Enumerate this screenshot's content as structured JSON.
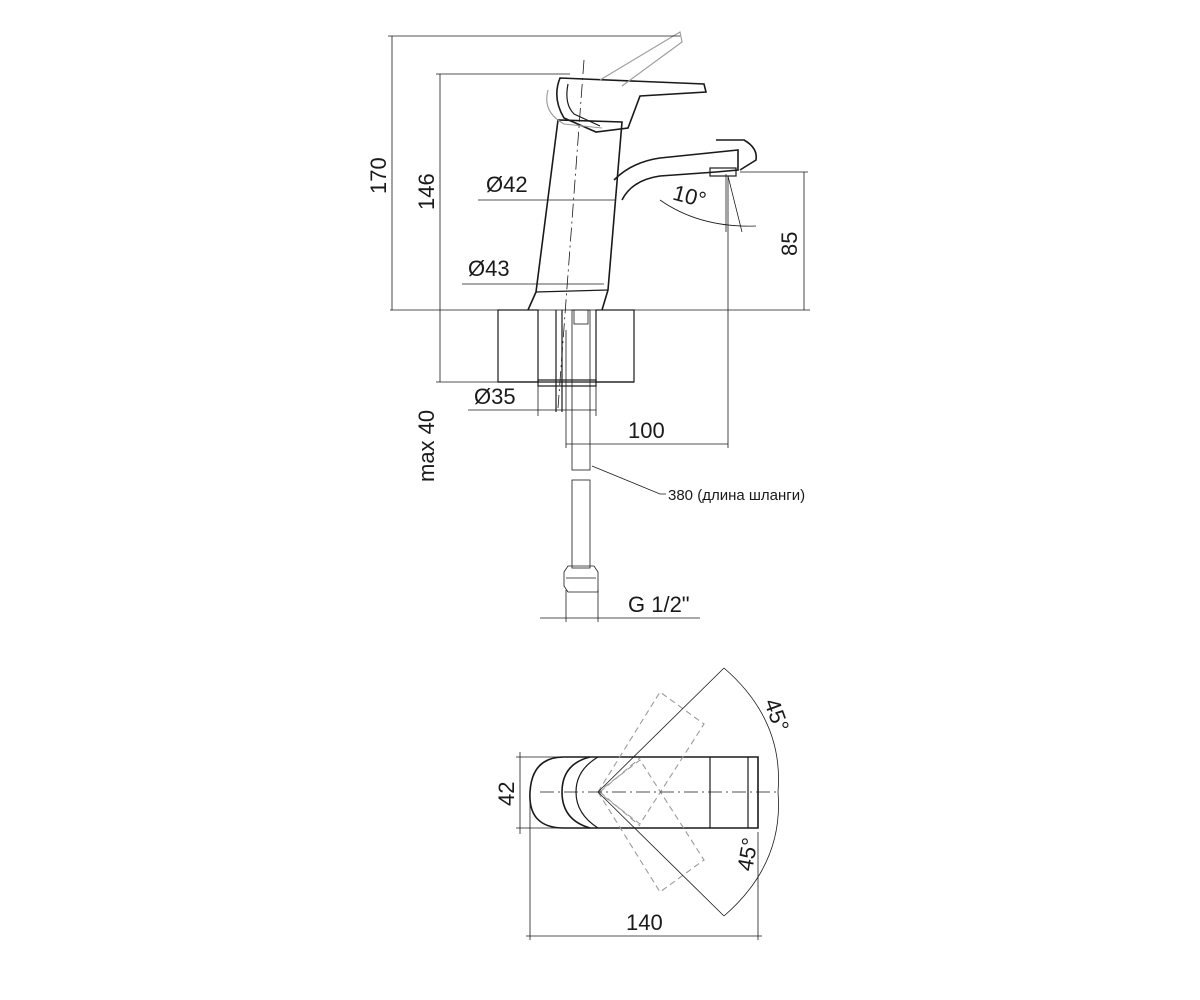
{
  "side_view": {
    "dim_total_height": "170",
    "dim_body_height": "146",
    "dim_spout_height": "85",
    "dim_body_diameter_top": "Ø42",
    "dim_body_diameter_base": "Ø43",
    "dim_hole_diameter": "Ø35",
    "dim_spout_reach": "100",
    "dim_counter_thickness": "max 40",
    "dim_spout_angle": "10°",
    "hose_note": "380 (длина шланги)",
    "thread": "G 1/2\""
  },
  "top_view": {
    "dim_width": "42",
    "dim_length": "140",
    "rotation_left": "45°",
    "rotation_right": "45°"
  }
}
